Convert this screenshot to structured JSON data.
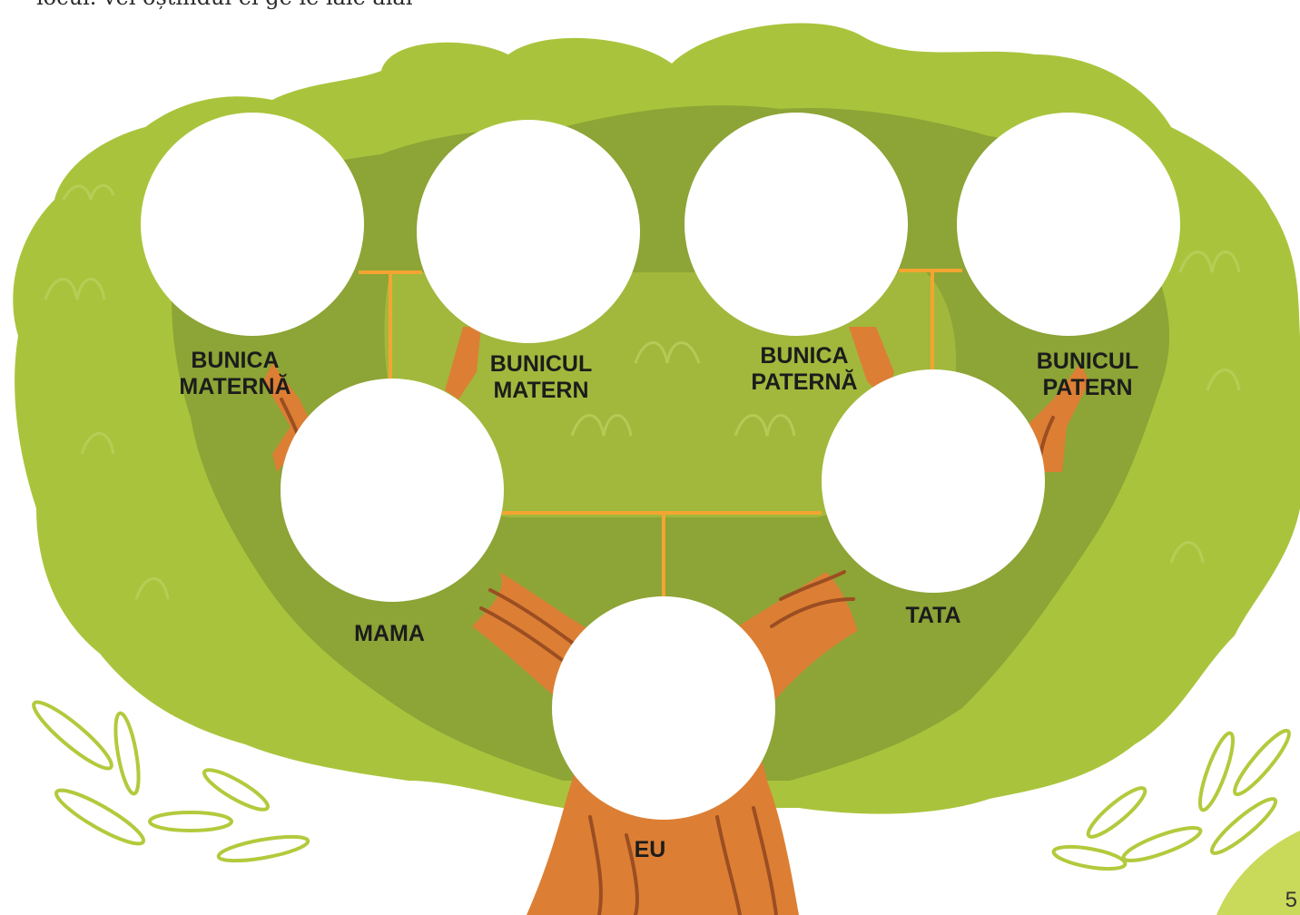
{
  "caption": {
    "text": "ıocui. vei oștındui ei ge ıe ıaıe aıaı"
  },
  "page": {
    "number": "5"
  },
  "tree": {
    "colors": {
      "foliage_light": "#a9c43c",
      "foliage_dark": "#8da436",
      "trunk": "#dc7f34",
      "trunk_line": "#9b4e22",
      "connector": "#f4a531",
      "photo_frame": "#ffffff"
    },
    "members": {
      "maternal_grandmother": {
        "line1": "BUNICA",
        "line2": "MATERNĂ"
      },
      "maternal_grandfather": {
        "line1": "BUNICUL",
        "line2": "MATERN"
      },
      "paternal_grandmother": {
        "line1": "BUNICA",
        "line2": "PATERNĂ"
      },
      "paternal_grandfather": {
        "line1": "BUNICUL",
        "line2": "PATERN"
      },
      "mother": {
        "line1": "MAMA"
      },
      "father": {
        "line1": "TATA"
      },
      "me": {
        "line1": "EU"
      }
    }
  }
}
